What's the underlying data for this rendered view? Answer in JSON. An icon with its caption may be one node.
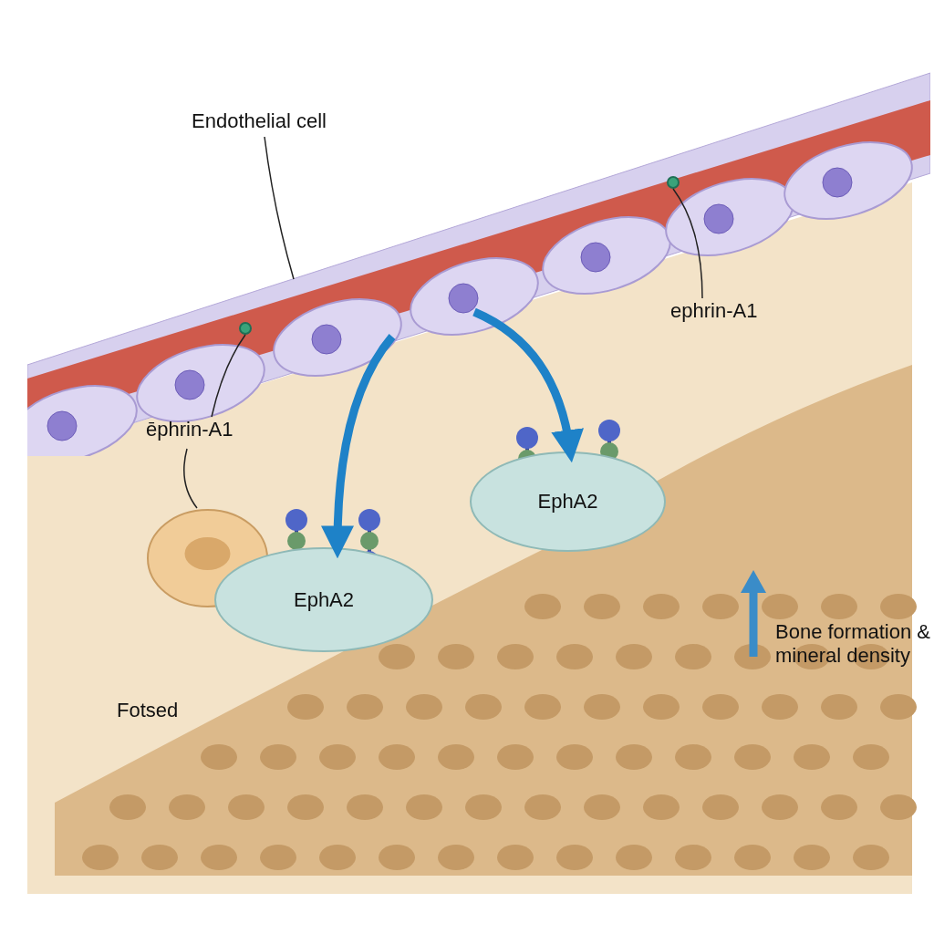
{
  "diagram": {
    "nodes": [
      {
        "text": [
          "Endothelial cell"
        ]
      },
      {
        "text": [],
        "shape": "band"
      },
      {
        "text": [
          "ēphrin-A1"
        ]
      },
      {
        "text": [],
        "shape": "circle",
        "in": 1
      },
      {
        "text": [
          "ephrin-A1"
        ]
      },
      {
        "text": [],
        "shape": "circle",
        "in": 1
      },
      {
        "text": [],
        "shape": "ring"
      },
      {
        "text": [
          "EphA2"
        ]
      },
      {
        "text": [
          "EphA2"
        ]
      }
    ],
    "edges": [
      {
        "from": 0,
        "to": 1,
        "arrow": "none"
      },
      {
        "from": 2,
        "to": 3,
        "arrow": "none"
      },
      {
        "from": 2,
        "to": 6,
        "arrow": "none"
      },
      {
        "from": 4,
        "to": 5,
        "arrow": "none"
      },
      {
        "from": 1,
        "to": 7,
        "arrow": "to",
        "style": "thick",
        "color": "#1e82c8"
      },
      {
        "from": 1,
        "to": 8,
        "arrow": "to",
        "style": "thick",
        "color": "#1e82c8"
      }
    ],
    "labels": [
      "Bone formation & mineral density",
      "Fotsed"
    ]
  }
}
